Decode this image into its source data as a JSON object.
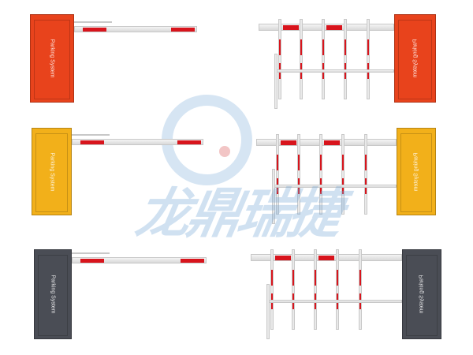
{
  "cabinet_label": "Parking System",
  "watermark": "龙鼎瑞捷",
  "colors": {
    "red_cabinet": "#e8431c",
    "yellow_cabinet": "#f2b01a",
    "gray_cabinet": "#4a4d55",
    "stripe": "#d8141c"
  },
  "rows": [
    {
      "name": "red",
      "label": "Parking System"
    },
    {
      "name": "yellow",
      "label": "Parking System"
    },
    {
      "name": "gray",
      "label": "Parking System"
    }
  ]
}
